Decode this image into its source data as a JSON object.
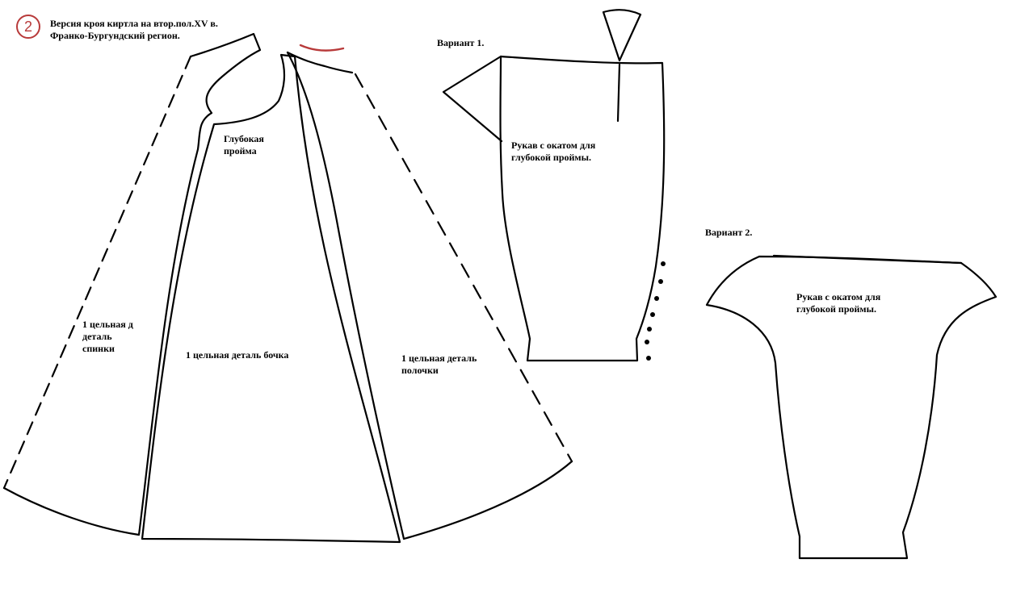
{
  "badge": {
    "number": "2"
  },
  "title": {
    "line1": "Версия кроя киртла на втор.пол.XV в.",
    "line2": "Франко-Бургундский регион."
  },
  "variant1": {
    "heading": "Вариант 1.",
    "note_line1": "Рукав с окатом для",
    "note_line2": "глубокой проймы."
  },
  "variant2": {
    "heading": "Вариант 2.",
    "note_line1": "Рукав с окатом для",
    "note_line2": "глубокой проймы."
  },
  "labels": {
    "armhole_line1": "Глубокая",
    "armhole_line2": "пройма",
    "back_line1": "1 цельная д",
    "back_line2": "деталь",
    "back_line3": "спинки",
    "side": "1 цельная деталь бочка",
    "front_line1": "1 цельная деталь",
    "front_line2": "полочки"
  },
  "colors": {
    "accent": "#b83a3a",
    "ink": "#000000"
  }
}
